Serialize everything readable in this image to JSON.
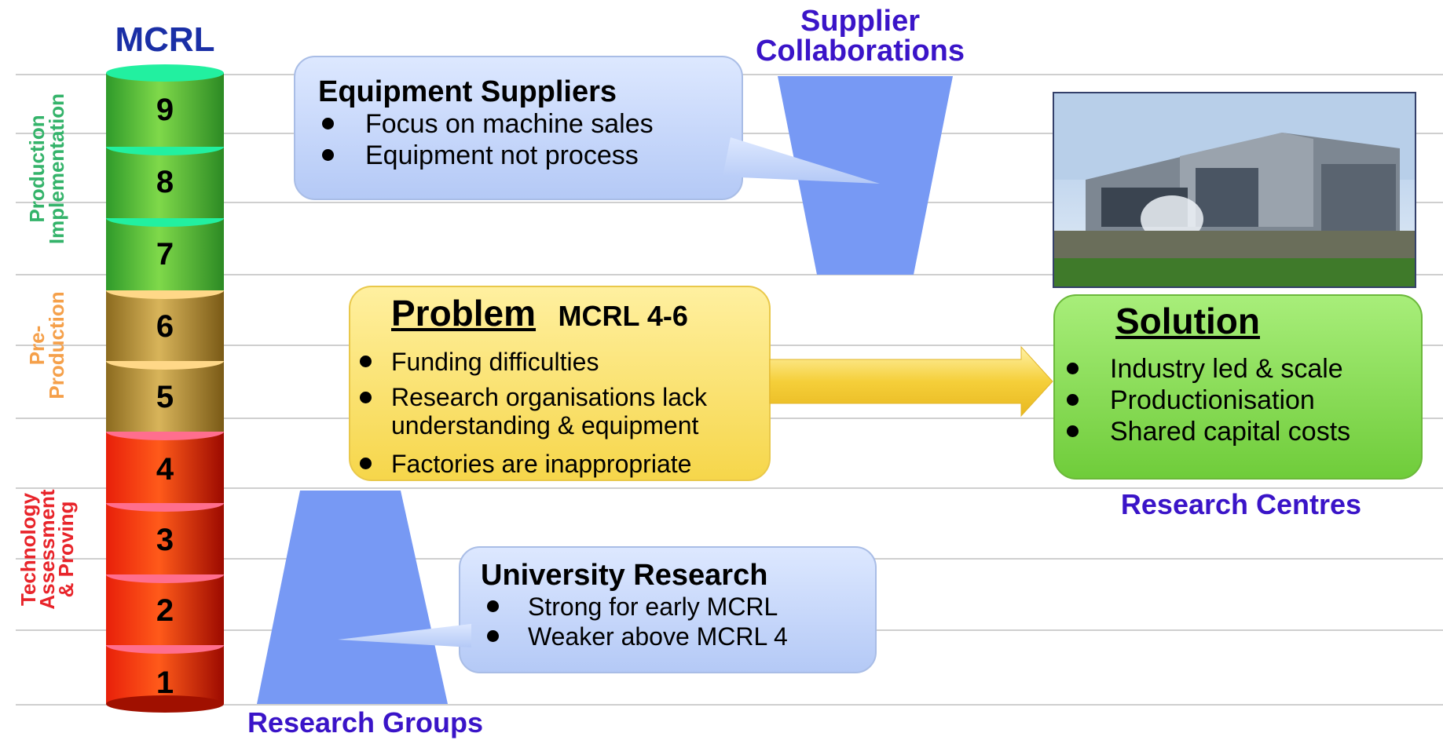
{
  "mcrl_heading": "MCRL",
  "levels": [
    "9",
    "8",
    "7",
    "6",
    "5",
    "4",
    "3",
    "2",
    "1"
  ],
  "phases": {
    "production_implementation": [
      "Production",
      "Implementation"
    ],
    "pre_production": [
      "Pre-",
      "Production"
    ],
    "technology_assessment": [
      "Technology",
      "Assessment",
      "& Proving"
    ]
  },
  "supplier_heading": [
    "Supplier",
    "Collaborations"
  ],
  "equipment_suppliers": {
    "title": "Equipment Suppliers",
    "bullets": [
      "Focus on machine sales",
      "Equipment not process"
    ]
  },
  "problem": {
    "title": "Problem",
    "subtitle": "MCRL 4-6",
    "bullets": [
      "Funding difficulties",
      "Research organisations lack understanding & equipment",
      "Factories are inappropriate"
    ],
    "bullet2_lines": [
      "Research organisations lack",
      "understanding & equipment"
    ]
  },
  "solution": {
    "title": "Solution",
    "bullets": [
      "Industry led & scale",
      "Productionisation",
      "Shared capital costs"
    ]
  },
  "research_centres": "Research Centres",
  "university_research": {
    "title": "University Research",
    "bullets": [
      "Strong for early MCRL",
      "Weaker above MCRL 4"
    ]
  },
  "research_groups": "Research Groups",
  "colors": {
    "heading_blue": "#3a14c8",
    "production_green": "#3cb371",
    "pre_production_orange": "#f5a04a",
    "technology_red": "#e8242a",
    "funnel_blue": "#7799f4",
    "callout_blue": "#c7d8fb",
    "problem_yellow": "#fbe779",
    "solution_green": "#8fe05a",
    "arrow_yellow": "#fde56a"
  }
}
